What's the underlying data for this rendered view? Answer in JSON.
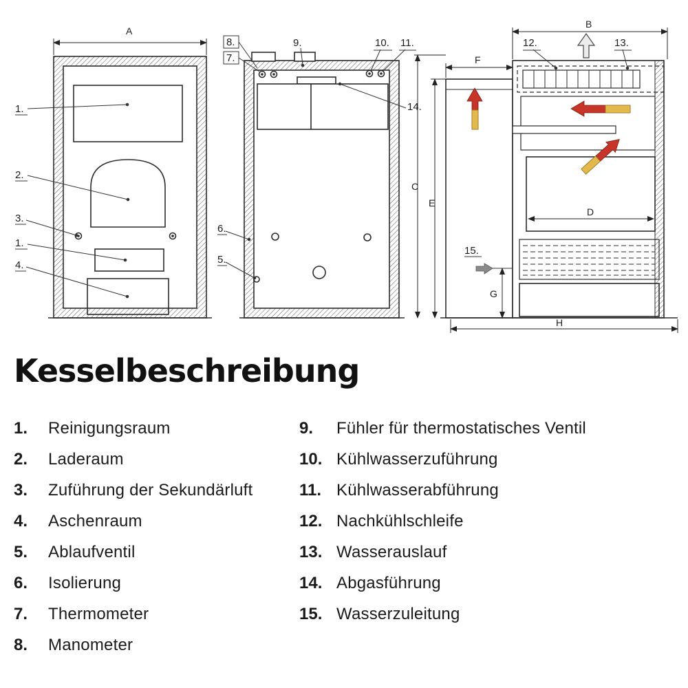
{
  "title": "Kesselbeschreibung",
  "legend": {
    "left": [
      {
        "num": "1.",
        "label": "Reinigungsraum"
      },
      {
        "num": "2.",
        "label": "Laderaum"
      },
      {
        "num": "3.",
        "label": "Zuführung der Sekundärluft"
      },
      {
        "num": "4.",
        "label": "Aschenraum"
      },
      {
        "num": "5.",
        "label": "Ablaufventil"
      },
      {
        "num": "6.",
        "label": "Isolierung"
      },
      {
        "num": "7.",
        "label": "Thermometer"
      },
      {
        "num": "8.",
        "label": "Manometer"
      }
    ],
    "right": [
      {
        "num": "9.",
        "label": "Fühler für thermostatisches Ventil"
      },
      {
        "num": "10.",
        "label": "Kühlwasserzuführung"
      },
      {
        "num": "11.",
        "label": "Kühlwasserabführung"
      },
      {
        "num": "12.",
        "label": "Nachkühlschleife"
      },
      {
        "num": "13.",
        "label": "Wasserauslauf"
      },
      {
        "num": "14.",
        "label": "Abgasführung"
      },
      {
        "num": "15.",
        "label": "Wasserzuleitung"
      }
    ]
  },
  "diagram": {
    "dims": {
      "A": "A",
      "B": "B",
      "C": "C",
      "D": "D",
      "E": "E",
      "F": "F",
      "G": "G",
      "H": "H"
    },
    "callouts": {
      "n1": "1.",
      "n2": "2.",
      "n3": "3.",
      "n4": "4.",
      "n5": "5.",
      "n6": "6.",
      "n7": "7.",
      "n8": "8.",
      "n9": "9.",
      "n10": "10.",
      "n11": "11.",
      "n12": "12.",
      "n13": "13.",
      "n14": "14.",
      "n15": "15."
    },
    "colors": {
      "flame_red": "#c63527",
      "flame_yellow": "#e3b94c",
      "outline": "#2a2a2a"
    }
  }
}
